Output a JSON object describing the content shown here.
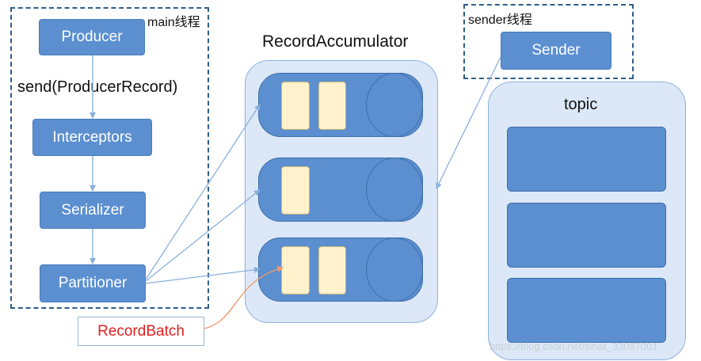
{
  "main_thread": {
    "label": "main线程",
    "producer": "Producer",
    "send_call": "send(ProducerRecord)",
    "interceptors": "Interceptors",
    "serializer": "Serializer",
    "partitioner": "Partitioner"
  },
  "accumulator": {
    "title": "RecordAccumulator",
    "queues": [
      {
        "record_count": 2
      },
      {
        "record_count": 1
      },
      {
        "record_count": 2
      }
    ]
  },
  "sender_thread": {
    "label": "sender线程",
    "sender": "Sender"
  },
  "topic": {
    "title": "topic",
    "partition_count": 3
  },
  "record_batch": "RecordBatch",
  "watermark": "https://blog.csdn.net/sinat_33087001",
  "colors": {
    "box_fill": "#5b8fd0",
    "panel_fill": "#dce8f7",
    "record_fill": "#fff2cc",
    "frame_border": "#2f5d8a",
    "arrow": "#8ab0dc",
    "callout_text": "#e02020",
    "callout_arrow": "#f29b6b"
  }
}
